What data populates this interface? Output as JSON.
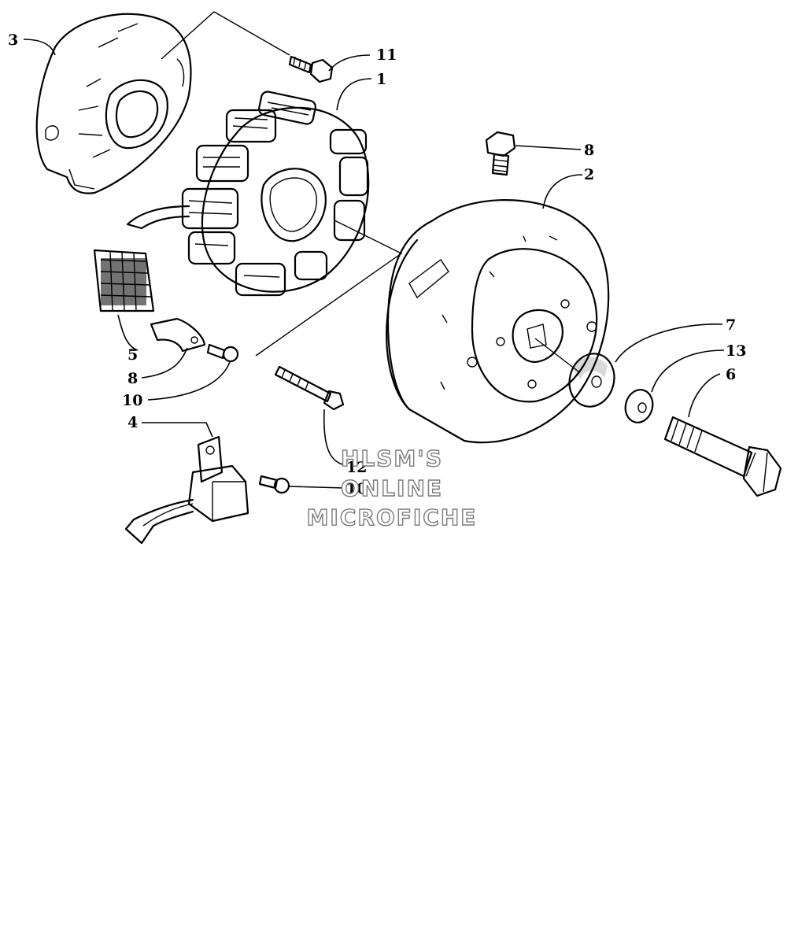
{
  "callouts": {
    "c1": "1",
    "c2": "2",
    "c3": "3",
    "c4": "4",
    "c5": "5",
    "c6": "6",
    "c7": "7",
    "c8a": "8",
    "c8b": "8",
    "c10a": "10",
    "c10b": "10",
    "c11": "11",
    "c12": "12",
    "c13": "13"
  },
  "watermark": {
    "line1": "HLSM'S",
    "line2": "ONLINE",
    "line3": "MICROFICHE"
  },
  "colors": {
    "ink": "#000000",
    "paper": "#ffffff",
    "watermark_outline": "#7a7a7a"
  }
}
